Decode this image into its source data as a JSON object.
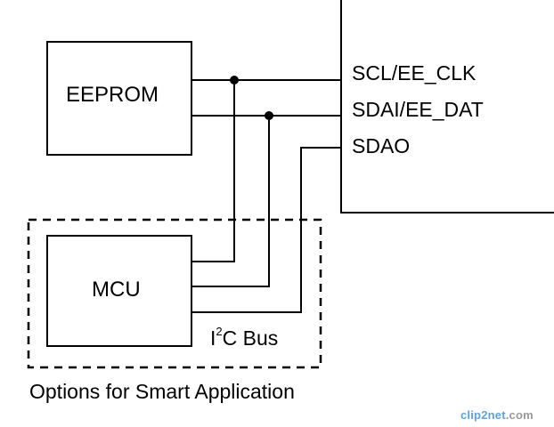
{
  "blocks": {
    "eeprom": "EEPROM",
    "mcu": "MCU"
  },
  "pins": {
    "scl": "SCL/EE_CLK",
    "sdai": "SDAI/EE_DAT",
    "sdao": "SDAO"
  },
  "bus_label": {
    "prefix": "I",
    "superscript": "2",
    "suffix": "C Bus"
  },
  "options_caption": "Options for Smart Application",
  "watermark": {
    "part1": "clip2net",
    "part2": ".com"
  },
  "colors": {
    "line": "#000000",
    "watermark_blue": "#5ba4d6",
    "watermark_gray": "#9a9a9a"
  }
}
